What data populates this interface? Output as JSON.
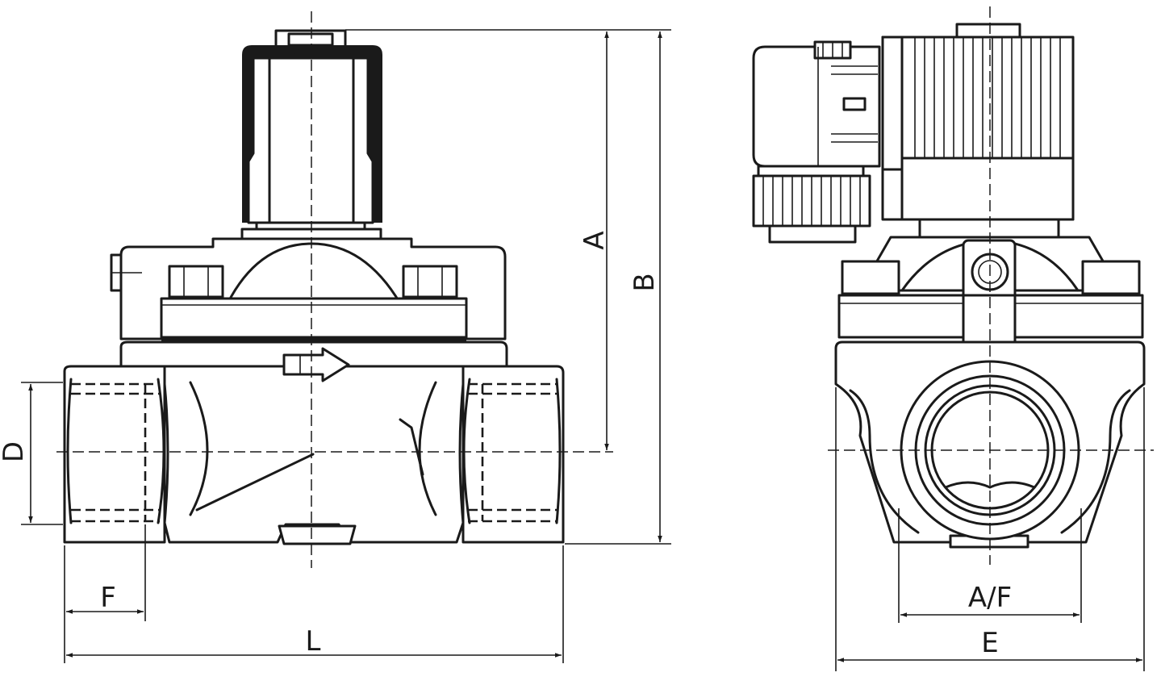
{
  "dimensions": {
    "a": "A",
    "b": "B",
    "d": "D",
    "f": "F",
    "l": "L",
    "af": "A/F",
    "e": "E"
  }
}
